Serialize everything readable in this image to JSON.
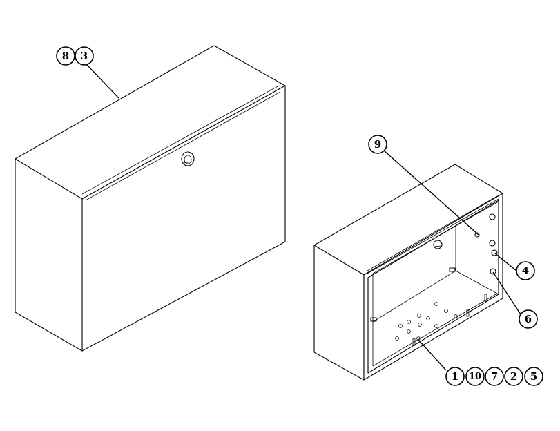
{
  "figure": {
    "background": "#ffffff",
    "line_color": "#000000",
    "components": [
      {
        "id": "cover",
        "callouts": [
          "8",
          "3"
        ]
      },
      {
        "id": "enclosure",
        "callouts": [
          "9",
          "4",
          "6",
          "1",
          "10",
          "7",
          "2",
          "5"
        ]
      }
    ]
  },
  "callouts": {
    "c8": "8",
    "c3": "3",
    "c9": "9",
    "c4": "4",
    "c6": "6",
    "c1": "1",
    "c10": "10",
    "c7": "7",
    "c2": "2",
    "c5": "5"
  }
}
